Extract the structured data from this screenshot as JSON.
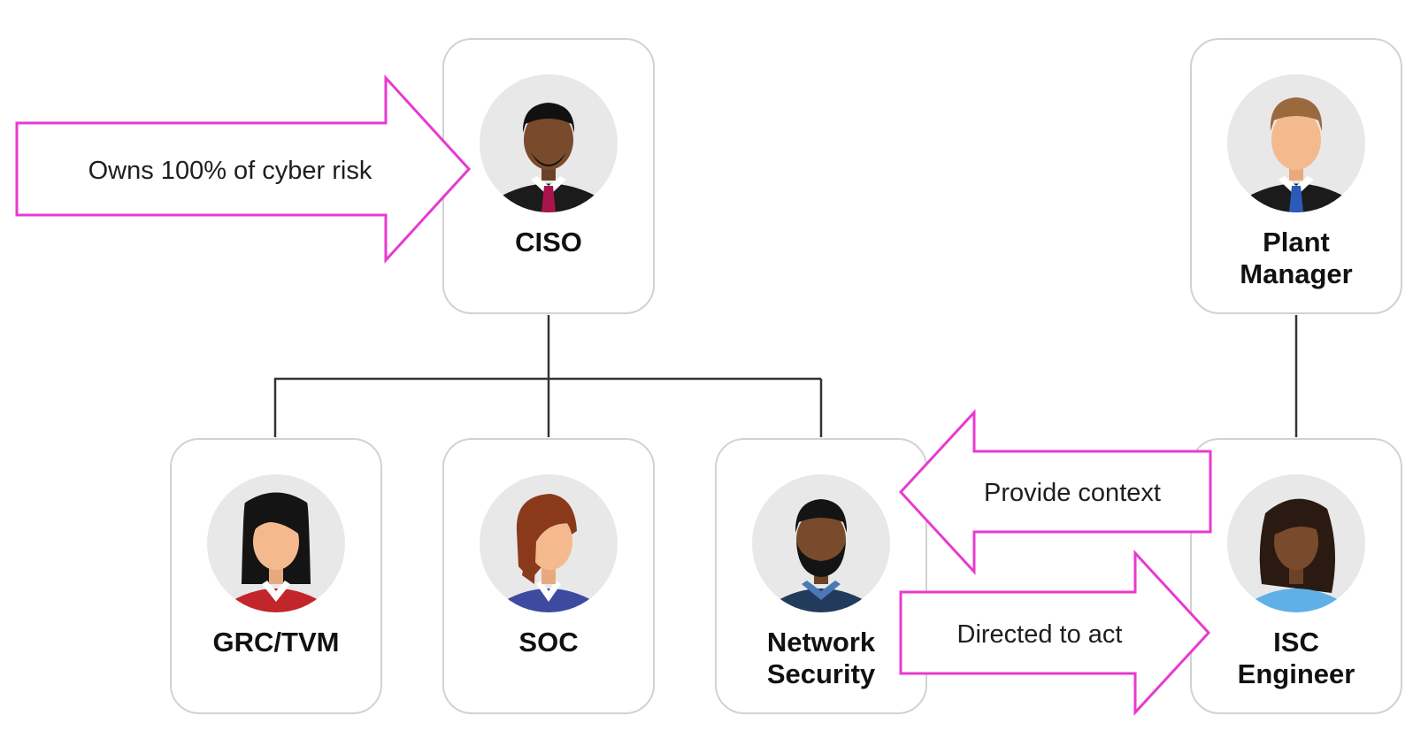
{
  "colors": {
    "accent_magenta": "#e83ad0",
    "card_border": "#d2d2d2",
    "connector_line": "#333333",
    "avatar_bg": "#e8e8e8"
  },
  "roles": {
    "ciso": {
      "label": "CISO",
      "icon": "man-beard-suit-red-tie-icon"
    },
    "plant_manager": {
      "label_line1": "Plant",
      "label_line2": "Manager",
      "icon": "man-suit-blue-tie-icon"
    },
    "grc_tvm": {
      "label": "GRC/TVM",
      "icon": "woman-dark-hair-red-top-icon"
    },
    "soc": {
      "label": "SOC",
      "icon": "woman-auburn-hair-blazer-icon"
    },
    "network_security": {
      "label_line1": "Network",
      "label_line2": "Security",
      "icon": "man-beard-blue-shirt-icon"
    },
    "isc_engineer": {
      "label_line1": "ISC",
      "label_line2": "Engineer",
      "icon": "woman-curly-hair-blue-top-icon"
    }
  },
  "arrows": {
    "owns_risk": "Owns 100% of cyber risk",
    "provide_context": "Provide context",
    "directed_to_act": "Directed to act"
  }
}
